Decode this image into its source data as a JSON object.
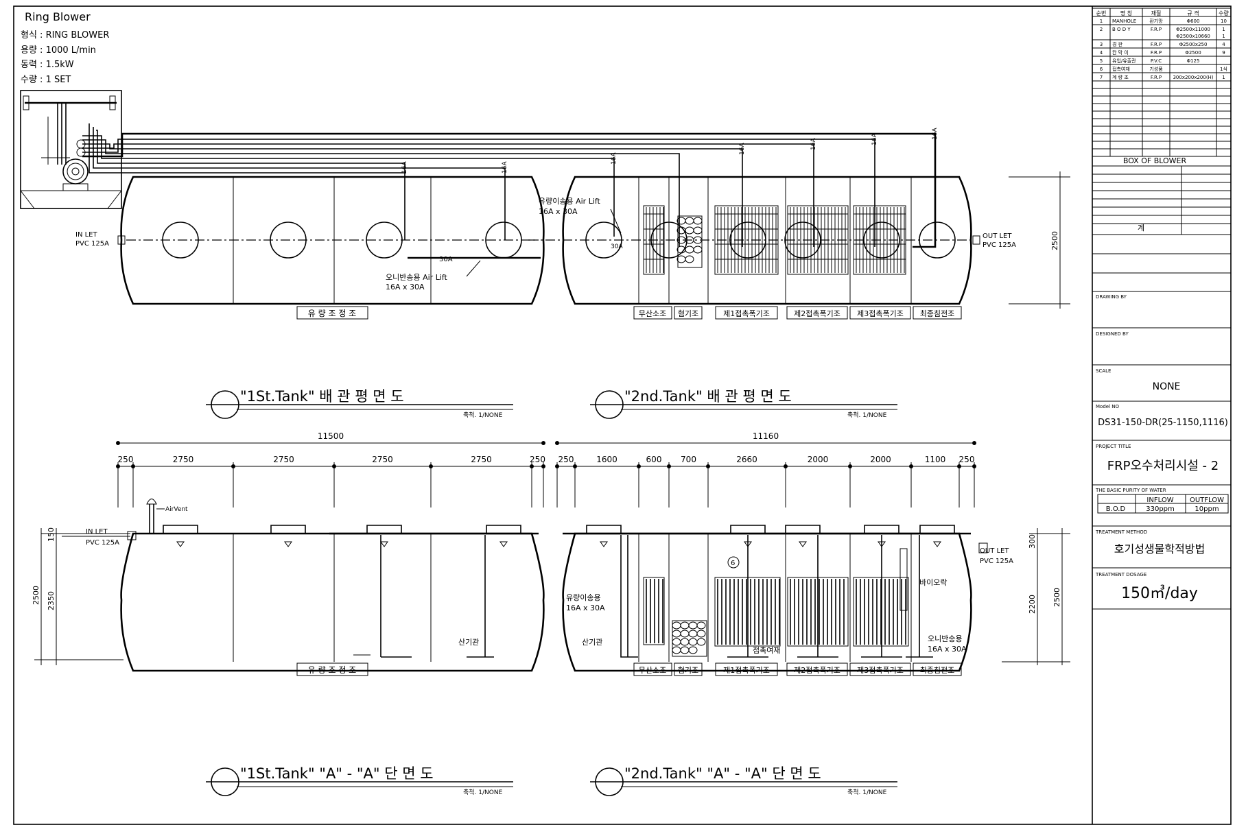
{
  "blower_spec": {
    "title": "Ring Blower",
    "type": "형식 : RING BLOWER",
    "capacity": "용량 : 1000 L/min",
    "power": "동력 : 1.5kW",
    "quantity": "수량 : 1 SET"
  },
  "plan": {
    "inlet": [
      "IN LET",
      "PVC 125A"
    ],
    "outlet": [
      "OUT LET",
      "PVC 125A"
    ],
    "pipe_16a": "16A",
    "pipe_30a": "30A",
    "air_lift_transfer": [
      "유량이송용 Air Lift",
      "16A x 30A"
    ],
    "air_lift_return": [
      "오니반송용 Air Lift",
      "16A x 30A"
    ],
    "height_dim": "2500"
  },
  "tank_labels": {
    "tank1": "유 량 조 정 조",
    "anaerobic": "무산소조",
    "hyp": "혐기조",
    "aer1": "제1접촉폭기조",
    "aer2": "제2접촉폭기조",
    "aer3": "제3접촉폭기조",
    "settle": "최종침전조"
  },
  "titles": {
    "plan1": "\"1St.Tank\" 배 관  평 면 도",
    "plan2": "\"2nd.Tank\" 배 관  평 면 도",
    "sec1": "\"1St.Tank\" \"A\" - \"A\" 단 면 도",
    "sec2": "\"2nd.Tank\" \"A\" - \"A\" 단 면 도",
    "scale": "축척. 1/NONE"
  },
  "section": {
    "total1": "11500",
    "total2": "11160",
    "dims1": [
      "250",
      "2750",
      "2750",
      "2750",
      "2750",
      "250"
    ],
    "dims2": [
      "250",
      "1600",
      "600",
      "700",
      "2660",
      "2000",
      "2000",
      "1100",
      "250"
    ],
    "air_vent": "AirVent",
    "inlet": [
      "IN LET",
      "PVC 125A"
    ],
    "outlet": [
      "OUT LET",
      "PVC 125A"
    ],
    "diffuser": "산기관",
    "transfer": [
      "유량이송용",
      "16A x 30A"
    ],
    "return": [
      "오니반송용",
      "16A x 30A"
    ],
    "bio_rack": "바이오락",
    "media": "접촉여재",
    "marker": "6",
    "left_dims": [
      "150",
      "2500",
      "2350"
    ],
    "right_dims": [
      "300",
      "2200",
      "2500"
    ]
  },
  "bom": {
    "headers": [
      "순번",
      "명 칭",
      "재질",
      "규 격",
      "수량"
    ],
    "rows": [
      {
        "no": "1",
        "name": "MANHOLE",
        "mat": "환기망",
        "spec": "Φ600",
        "qty": "10"
      },
      {
        "no": "2",
        "name": "B O D Y",
        "mat": "F.R.P",
        "spec": "Φ2500x11000\nΦ2500x10660",
        "qty": "1\n1"
      },
      {
        "no": "3",
        "name": "경  판",
        "mat": "F.R.P",
        "spec": "Φ2500x250",
        "qty": "4"
      },
      {
        "no": "4",
        "name": "칸 막 이",
        "mat": "F.R.P",
        "spec": "Φ2500",
        "qty": "9"
      },
      {
        "no": "5",
        "name": "유입/유출관",
        "mat": "P.V.C",
        "spec": "Φ125",
        "qty": ""
      },
      {
        "no": "6",
        "name": "접촉여재",
        "mat": "기성품",
        "spec": "",
        "qty": "1식"
      },
      {
        "no": "7",
        "name": "계 량 조",
        "mat": "F.R.P",
        "spec": "300x200x200(H)",
        "qty": "1"
      }
    ],
    "blower_box": "BOX  OF  BLOWER",
    "sum": "계"
  },
  "title_block": {
    "drawing_by": "DRAWING BY",
    "designed_by": "DESIGNED BY",
    "scale_label": "SCALE",
    "scale_value": "NONE",
    "model_label": "Model NO",
    "model_value": "DS31-150-DR(25-1150,1116)",
    "project_label": "PROJECT TITLE",
    "project_value": "FRP오수처리시설 - 2",
    "purity_label": "THE BASIC PURITY OF WATER",
    "inflow": "INFLOW",
    "outflow": "OUTFLOW",
    "bod": "B.O.D",
    "inflow_val": "330ppm",
    "outflow_val": "10ppm",
    "method_label": "TREATMENT METHOD",
    "method_value": "호기성생물학적방법",
    "dosage_label": "TREATMENT DOSAGE",
    "dosage_value": "150㎥/day"
  }
}
